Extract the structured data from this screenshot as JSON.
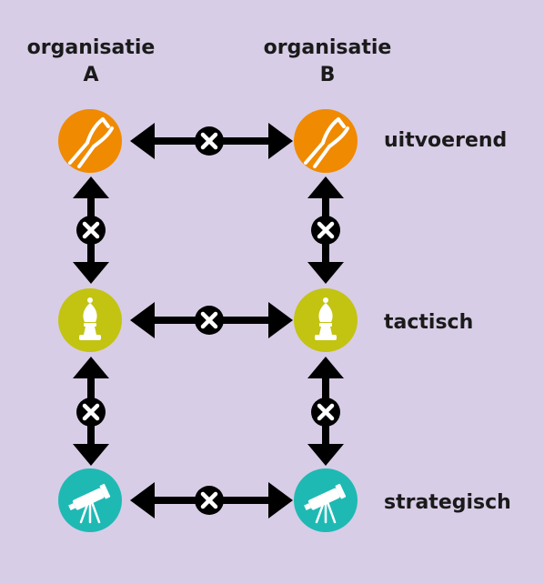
{
  "organisations": [
    {
      "line1": "organisatie",
      "line2": "A"
    },
    {
      "line1": "organisatie",
      "line2": "B"
    }
  ],
  "levels": [
    {
      "label": "uitvoerend",
      "icon": "pliers-icon",
      "color": "#f08a00"
    },
    {
      "label": "tactisch",
      "icon": "chess-bishop-icon",
      "color": "#c3c312"
    },
    {
      "label": "strategisch",
      "icon": "telescope-icon",
      "color": "#1fb9b4"
    }
  ],
  "colors": {
    "background": "#d8cde6",
    "arrow": "#000000",
    "text": "#1a1a1a"
  }
}
